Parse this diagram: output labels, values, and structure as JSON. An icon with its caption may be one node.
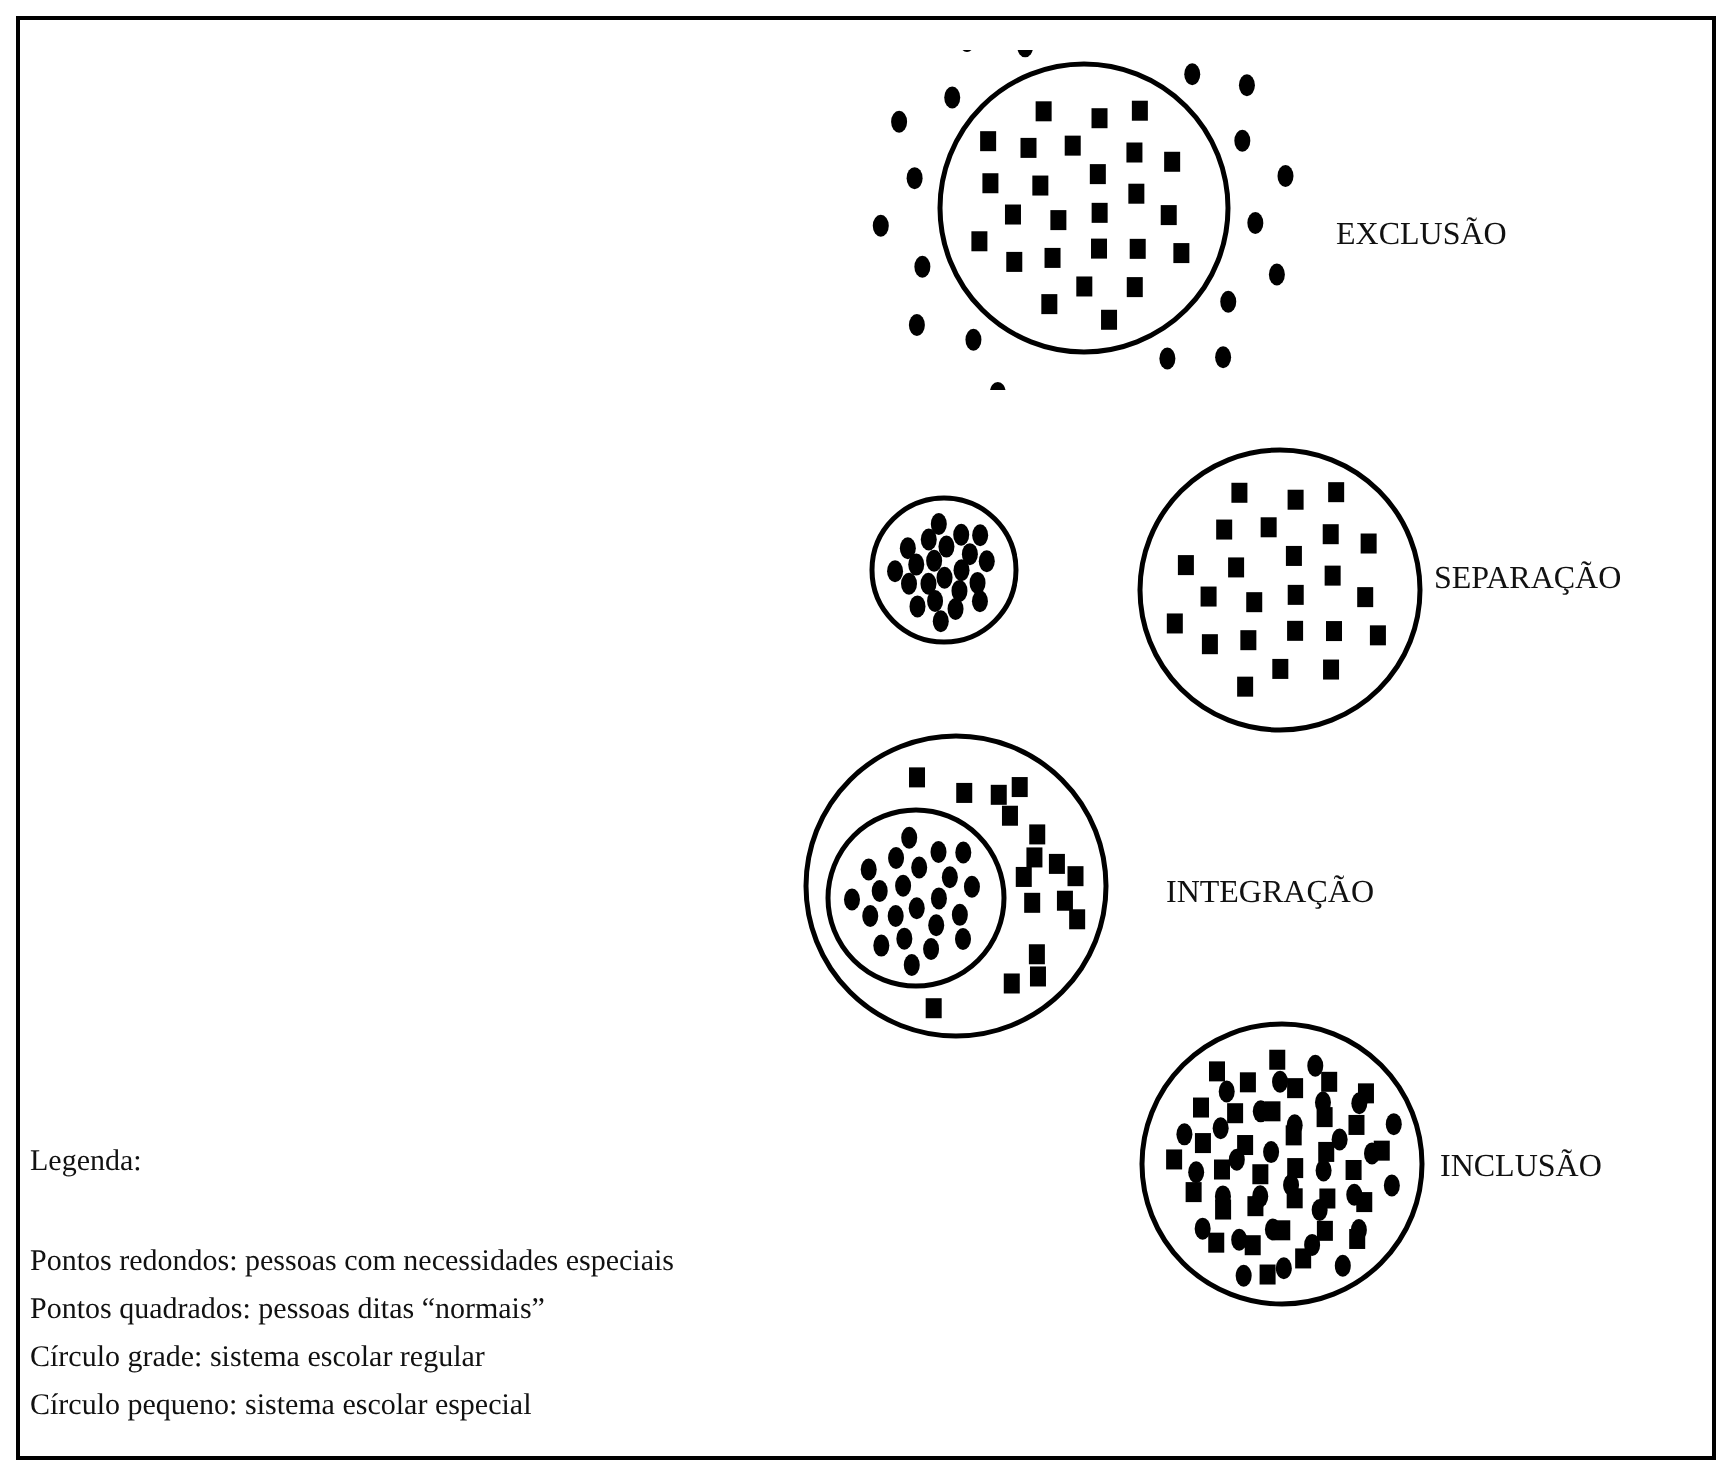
{
  "diagram": {
    "nodes": [
      {
        "text": [],
        "shape": "circle",
        "beside": [
          "EXCLUSÃO"
        ]
      },
      {
        "text": [],
        "shape": "circle"
      },
      {
        "text": [],
        "shape": "circle",
        "beside": [
          "SEPARAÇÃO"
        ]
      },
      {
        "text": [],
        "shape": "circle",
        "beside": [
          "INTEGRAÇÃO"
        ]
      },
      {
        "text": [],
        "shape": "circle",
        "in": 3
      },
      {
        "text": [],
        "shape": "circle",
        "beside": [
          "INCLUSÃO"
        ]
      }
    ],
    "labels": [
      "Legenda:",
      "Pontos redondos: pessoas com necessidades especiais",
      "Pontos quadrados: pessoas ditas “normais”",
      "Círculo grade: sistema escolar regular",
      "Círculo pequeno: sistema escolar especial"
    ]
  }
}
